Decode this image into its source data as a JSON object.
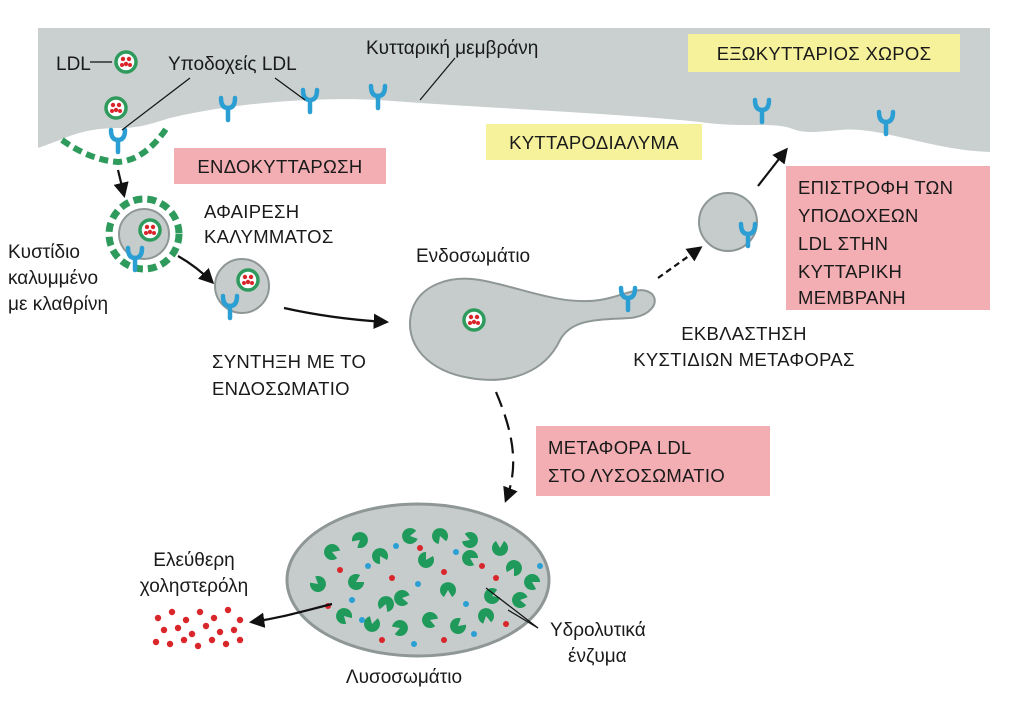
{
  "labels": {
    "ldl": "LDL",
    "ldl_receptors": "Υποδοχείς LDL",
    "cell_membrane": "Κυτταρική μεμβράνη",
    "extracellular_space": "ΕΞΩΚΥΤΤΑΡΙΟΣ ΧΩΡΟΣ",
    "cytosol": "ΚΥΤΤΑΡΟΔΙΑΛΥΜΑ",
    "endocytosis": "ΕΝΔΟΚΥΤΤΑΡΩΣΗ",
    "uncoating": [
      "ΑΦΑΙΡΕΣΗ",
      "ΚΑΛΥΜΜΑΤΟΣ"
    ],
    "clathrin_vesicle": [
      "Κυστίδιο",
      "καλυμμένο",
      "με κλαθρίνη"
    ],
    "endosome": "Ενδοσωμάτιο",
    "fusion": [
      "ΣΥΝΤΗΞΗ ΜΕ ΤΟ",
      "ΕΝΔΟΣΩΜΑΤΙΟ"
    ],
    "budding": [
      "ΕΚΒΛΑΣΤΗΣΗ",
      "ΚΥΣΤΙΔΙΩΝ ΜΕΤΑΦΟΡΑΣ"
    ],
    "receptor_return": [
      "ΕΠΙΣΤΡΟΦΗ ΤΩΝ",
      "ΥΠΟΔΟΧΕΩΝ",
      "LDL ΣΤΗΝ",
      "ΚΥΤΤΑΡΙΚΗ",
      "ΜΕΜΒΡΑΝΗ"
    ],
    "ldl_transport": [
      "ΜΕΤΑΦΟΡΑ LDL",
      "ΣΤΟ ΛΥΣΟΣΩΜΑΤΙΟ"
    ],
    "free_cholesterol": [
      "Ελεύθερη",
      "χοληστερόλη"
    ],
    "lysosome": "Λυσοσωμάτιο",
    "hydrolytic_enzymes": [
      "Υδρολυτικά",
      "ένζυμα"
    ]
  },
  "colors": {
    "membrane_fill": "#c9d0cf",
    "organelle_fill": "#c5cccb",
    "organelle_stroke": "#8e9796",
    "receptor": "#2b9fd4",
    "clathrin": "#2e9a5b",
    "ldl_ring": "#2e9a5b",
    "ldl_core": "#d9262b",
    "yellow_box": "#f6f29c",
    "pink_box": "#f2aeb3"
  }
}
